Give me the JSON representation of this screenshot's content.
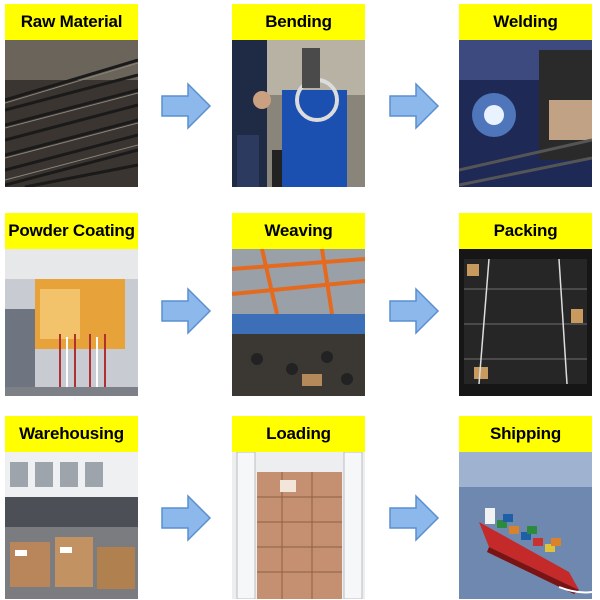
{
  "steps": [
    {
      "label": "Raw Material",
      "photo": "raw-material-photo"
    },
    {
      "label": "Bending",
      "photo": "bending-photo"
    },
    {
      "label": "Welding",
      "photo": "welding-photo"
    },
    {
      "label": "Powder Coating",
      "photo": "powder-coating-photo"
    },
    {
      "label": "Weaving",
      "photo": "weaving-photo"
    },
    {
      "label": "Packing",
      "photo": "packing-photo"
    },
    {
      "label": "Warehousing",
      "photo": "warehousing-photo"
    },
    {
      "label": "Loading",
      "photo": "loading-photo"
    },
    {
      "label": "Shipping",
      "photo": "shipping-photo"
    }
  ],
  "colors": {
    "label_bg": "#ffff00",
    "arrow_fill": "#8cb8ec",
    "arrow_stroke": "#5a8fd0"
  },
  "icons": {
    "arrow": "arrow-right-icon"
  }
}
